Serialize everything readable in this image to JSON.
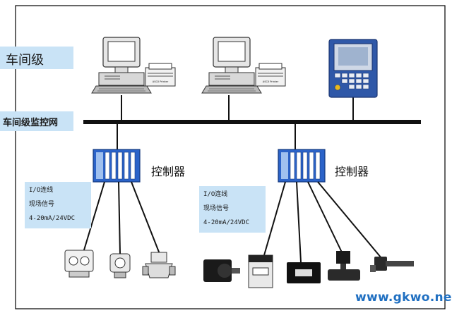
{
  "levels": {
    "workshop": "车间级",
    "monitoring_network": "车间级监控网"
  },
  "workstations": [
    {
      "printer_label": "ASCII Printer"
    },
    {
      "printer_label": "ASCII Printer"
    }
  ],
  "controllers": [
    {
      "label": "控制器"
    },
    {
      "label": "控制器"
    }
  ],
  "io_notes": [
    {
      "lines": [
        "I/O连线",
        "现场信号",
        "4-20mA/24VDC"
      ]
    },
    {
      "lines": [
        "I/O连线",
        "现场信号",
        "4-20mA/24VDC"
      ]
    }
  ],
  "watermark": "www.gkwo.net",
  "colors": {
    "label_fill": "#c9e3f6",
    "bus": "#111111",
    "controller_blue": "#2b63c9",
    "watermark": "#1f6fc1"
  }
}
